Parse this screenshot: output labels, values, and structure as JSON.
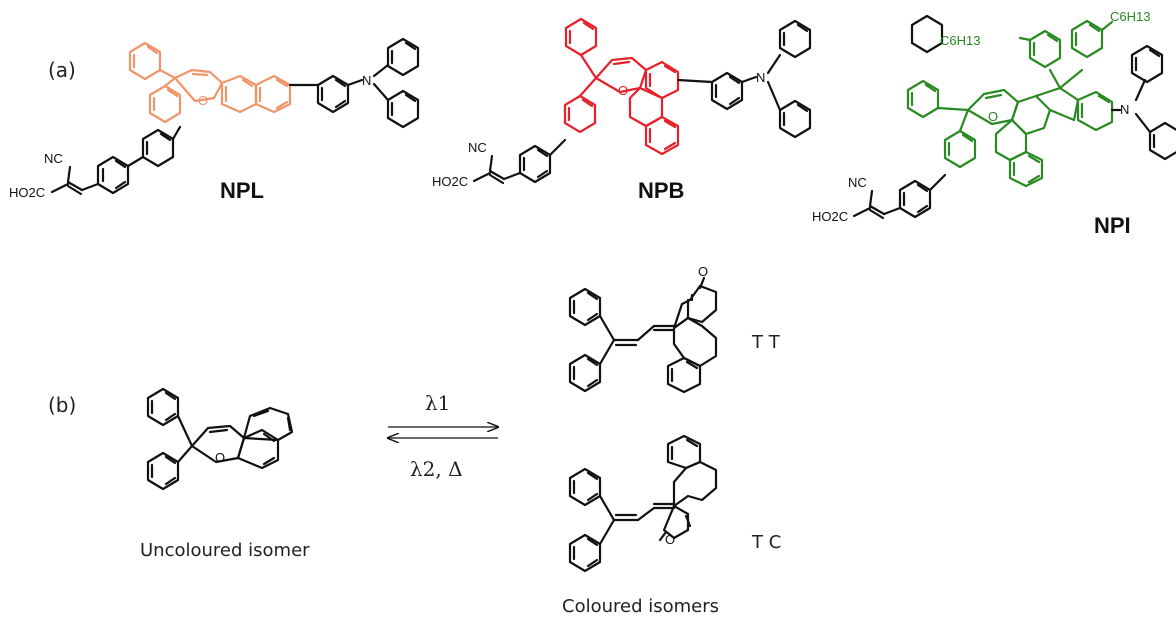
{
  "panels": {
    "a": "(a)",
    "b": "(b)"
  },
  "compounds": [
    {
      "name": "NPL",
      "accent": "#f0956a"
    },
    {
      "name": "NPB",
      "accent": "#e8202a"
    },
    {
      "name": "NPI",
      "accent": "#2a8a22"
    }
  ],
  "atom_labels": {
    "nc": "NC",
    "ho2c": "HO2C",
    "n": "N",
    "o": "O",
    "c6h13": "C6H13"
  },
  "scheme": {
    "forward_label": "λ1",
    "reverse_label": "λ2, Δ",
    "uncoloured_label": "Uncoloured isomer",
    "coloured_label": "Coloured isomers",
    "tt_label": "T T",
    "tc_label": "T C"
  }
}
